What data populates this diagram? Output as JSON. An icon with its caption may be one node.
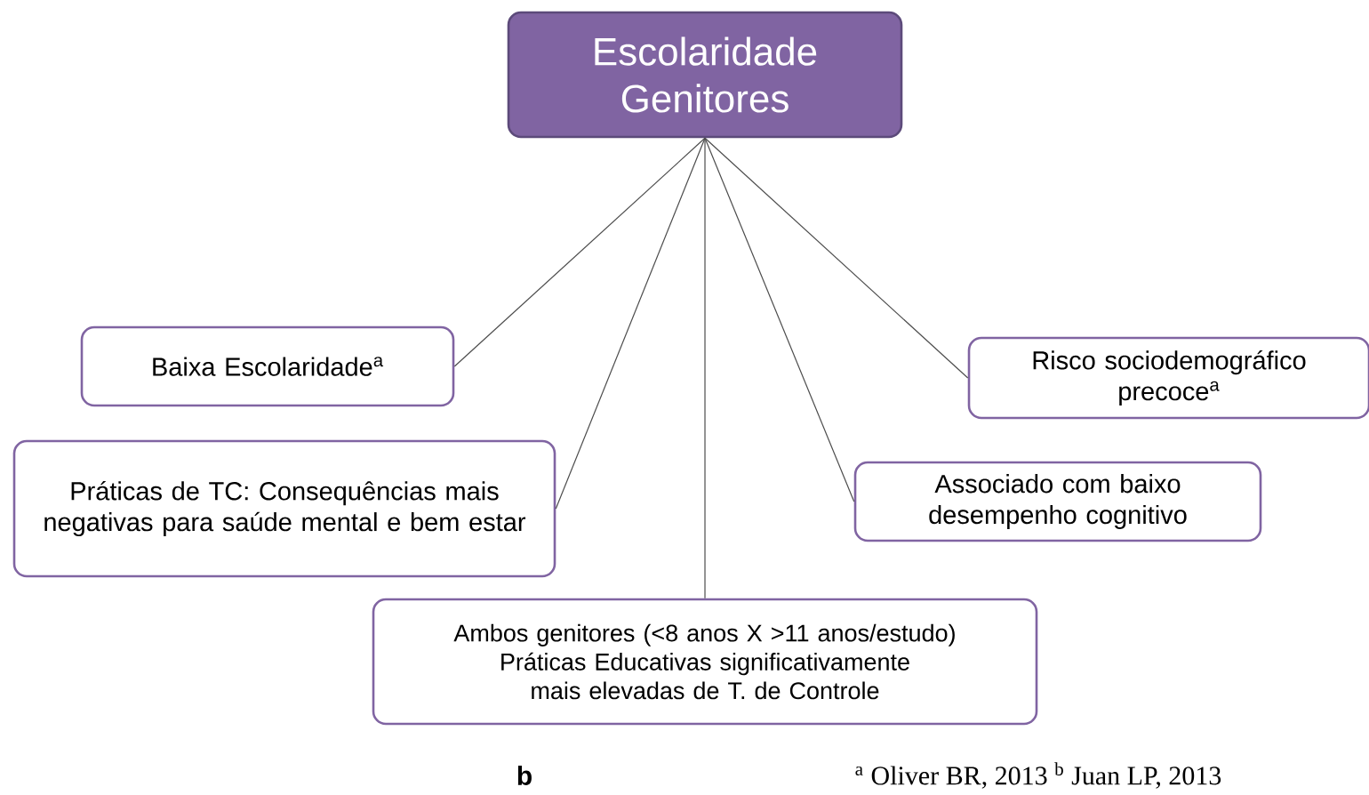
{
  "diagram": {
    "nodes": [
      {
        "text": [
          "Escolaridade Genitores"
        ]
      },
      {
        "text": [
          "Baixa Escolaridade$^{a}$"
        ]
      },
      {
        "text": [
          "Práticas de TC: Consequências mais negativas para saúde mental e bem estar"
        ]
      },
      {
        "text": [
          "Ambos genitores (<8 anos X >11 anos/estudo) Práticas Educativas significativamente mais elevadas de T. de Controle"
        ]
      },
      {
        "text": [
          "Associado com baixo desempenho cognitivo"
        ]
      },
      {
        "text": [
          "Risco sociodemográfico precoce$^{a}$"
        ]
      }
    ],
    "edges": [
      {
        "from": 0,
        "to": 1,
        "arrow": "none"
      },
      {
        "from": 0,
        "to": 2,
        "arrow": "none"
      },
      {
        "from": 0,
        "to": 3,
        "arrow": "none"
      },
      {
        "from": 0,
        "to": 4,
        "arrow": "none"
      },
      {
        "from": 0,
        "to": 5,
        "arrow": "none"
      }
    ],
    "labels": [
      "b",
      "$^{a}$ Oliver BR, 2013 $^{b}$ Juan LP, 2013"
    ]
  }
}
